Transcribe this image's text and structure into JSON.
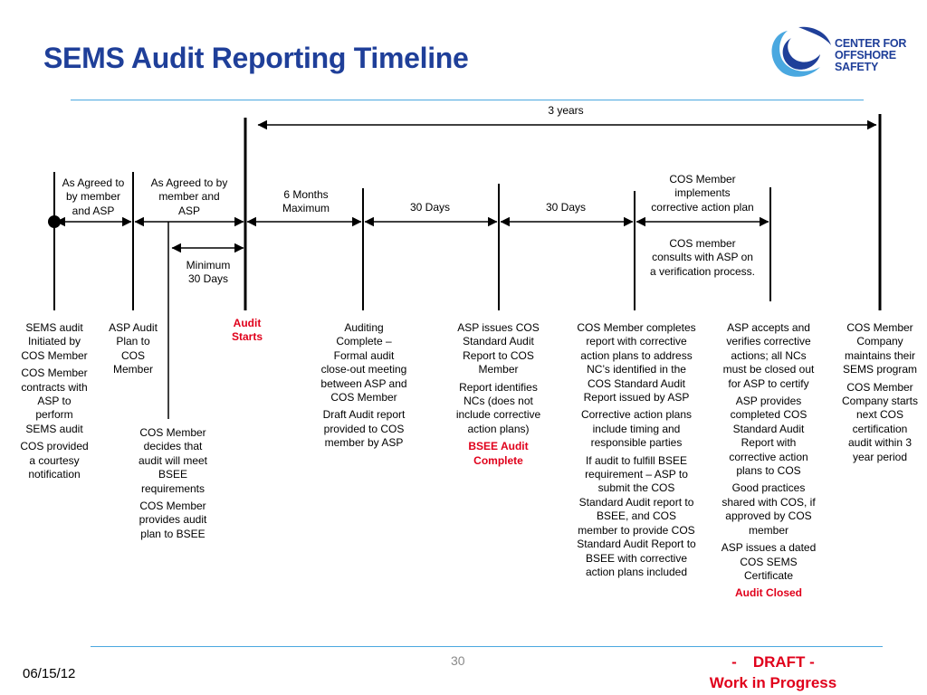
{
  "slide": {
    "title": "SEMS Audit Reporting Timeline",
    "logo_text": [
      "CENTER FOR",
      "OFFSHORE",
      "SAFETY"
    ],
    "date": "06/15/12",
    "page_number": "30",
    "draft_dash": "-",
    "draft_label": "DRAFT -",
    "draft_line2": "Work in Progress",
    "colors": {
      "title": "#1f3f99",
      "rule": "#4aa8e0",
      "alert": "#e0001b",
      "logo_blue": "#1f3f99",
      "logo_light": "#4aa8e0"
    }
  },
  "timeline": {
    "span_label": "3 years",
    "minimum_label": [
      "Minimum",
      "30 Days"
    ],
    "interval_labels": [
      [
        "As Agreed to",
        "by member",
        "and ASP"
      ],
      [
        "As Agreed to by",
        "member and",
        "ASP"
      ],
      [
        "6 Months",
        "Maximum"
      ],
      [
        "30 Days"
      ],
      [
        "30 Days"
      ],
      [
        "COS Member",
        "implements",
        "corrective action plan"
      ]
    ],
    "consult_label": [
      "COS member",
      "consults with ASP on",
      "a verification process."
    ]
  },
  "milestones": [
    {
      "paragraphs": [
        {
          "text": "SEMS audit Initiated by COS Member"
        },
        {
          "text": "COS Member contracts with ASP to perform SEMS audit"
        },
        {
          "text": "COS provided a courtesy notification"
        }
      ]
    },
    {
      "paragraphs": [
        {
          "text": "ASP Audit Plan to COS Member"
        }
      ]
    },
    {
      "paragraphs": [
        {
          "text": "COS Member decides that audit will meet BSEE requirements"
        },
        {
          "text": "COS Member provides audit plan to BSEE"
        }
      ]
    },
    {
      "paragraphs": [
        {
          "text": "Audit Starts",
          "alert": true
        }
      ]
    },
    {
      "paragraphs": [
        {
          "text": "Auditing Complete – Formal audit close-out meeting between ASP and COS Member"
        },
        {
          "text": "Draft Audit report provided to COS member by ASP"
        }
      ]
    },
    {
      "paragraphs": [
        {
          "text": "ASP issues COS Standard Audit Report to COS Member"
        },
        {
          "text": "Report identifies NCs (does not include corrective action plans)"
        },
        {
          "text": "BSEE Audit Complete",
          "alert": true
        }
      ]
    },
    {
      "paragraphs": [
        {
          "text": "COS Member completes report with corrective action plans to address NC’s identified in the COS Standard Audit Report issued by ASP"
        },
        {
          "text": "Corrective action plans  include timing and responsible parties"
        },
        {
          "text": "If audit to fulfill BSEE requirement – ASP  to submit the COS Standard Audit report to BSEE, and COS member to provide COS Standard Audit Report to BSEE with corrective action plans included"
        }
      ]
    },
    {
      "paragraphs": [
        {
          "text": "ASP accepts and verifies corrective actions; all NCs must be closed out for ASP to certify"
        },
        {
          "text": "ASP provides completed COS Standard Audit Report  with corrective action plans to COS"
        },
        {
          "text": "Good practices shared with COS, if approved by COS member"
        },
        {
          "text": "ASP issues a dated COS SEMS Certificate"
        },
        {
          "text": "Audit Closed",
          "alert": true
        }
      ]
    },
    {
      "paragraphs": [
        {
          "text": "COS Member Company maintains their SEMS program"
        },
        {
          "text": "COS Member Company starts next COS certification audit within  3 year period"
        }
      ]
    }
  ]
}
